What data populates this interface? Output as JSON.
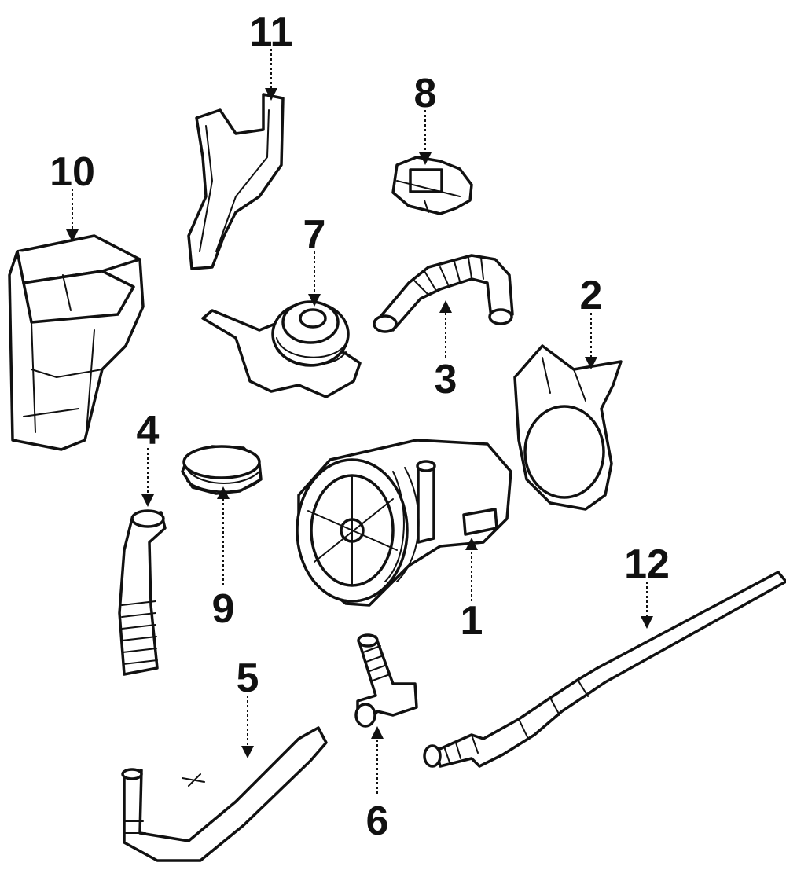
{
  "diagram": {
    "callouts": [
      {
        "id": "1",
        "label": "1"
      },
      {
        "id": "2",
        "label": "2"
      },
      {
        "id": "3",
        "label": "3"
      },
      {
        "id": "4",
        "label": "4"
      },
      {
        "id": "5",
        "label": "5"
      },
      {
        "id": "6",
        "label": "6"
      },
      {
        "id": "7",
        "label": "7"
      },
      {
        "id": "8",
        "label": "8"
      },
      {
        "id": "9",
        "label": "9"
      },
      {
        "id": "10",
        "label": "10"
      },
      {
        "id": "11",
        "label": "11"
      },
      {
        "id": "12",
        "label": "12"
      }
    ]
  },
  "colors": {
    "ink": "#111111",
    "paper": "#ffffff"
  }
}
